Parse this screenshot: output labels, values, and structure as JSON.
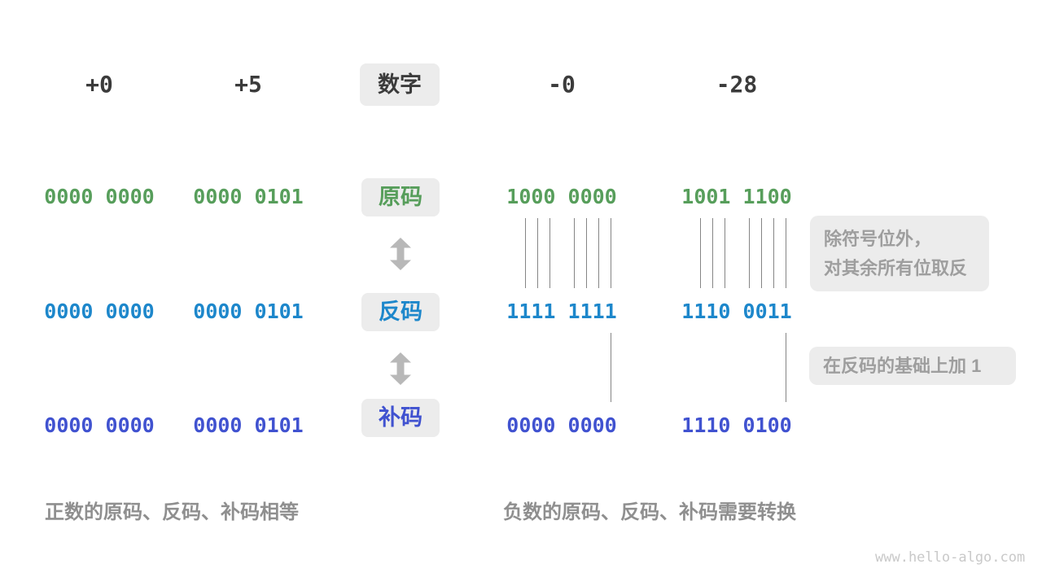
{
  "header": {
    "label": "数字",
    "values": [
      "+0",
      "+5",
      "-0",
      "-28"
    ]
  },
  "rows": [
    {
      "name": "sign-magnitude",
      "label": "原码",
      "color": "#579e5b",
      "values": [
        "0000 0000",
        "0000 0101",
        "1000 0000",
        "1001 1100"
      ]
    },
    {
      "name": "ones-complement",
      "label": "反码",
      "color": "#1d87cb",
      "values": [
        "0000 0000",
        "0000 0101",
        "1111 1111",
        "1110 0011"
      ]
    },
    {
      "name": "twos-complement",
      "label": "补码",
      "color": "#4052d0",
      "values": [
        "0000 0000",
        "0000 0101",
        "0000 0000",
        "1110 0100"
      ]
    }
  ],
  "annotations": [
    {
      "line1": "除符号位外，",
      "line2": "对其余所有位取反"
    },
    {
      "line1": "在反码的基础上加 1"
    }
  ],
  "captions": {
    "left": "正数的原码、反码、补码相等",
    "right": "负数的原码、反码、补码需要转换"
  },
  "watermark": "www.hello-algo.com",
  "colors": {
    "dark_text": "#3b3b3b",
    "green": "#579e5b",
    "blue": "#1d87cb",
    "indigo": "#4052d0",
    "box_bg": "#ececec",
    "annotation_text": "#9e9e9e",
    "caption_text": "#8f8f8f",
    "arrow": "#b8b8b8",
    "connector_line": "#858585",
    "watermark": "#c9c9c9"
  }
}
